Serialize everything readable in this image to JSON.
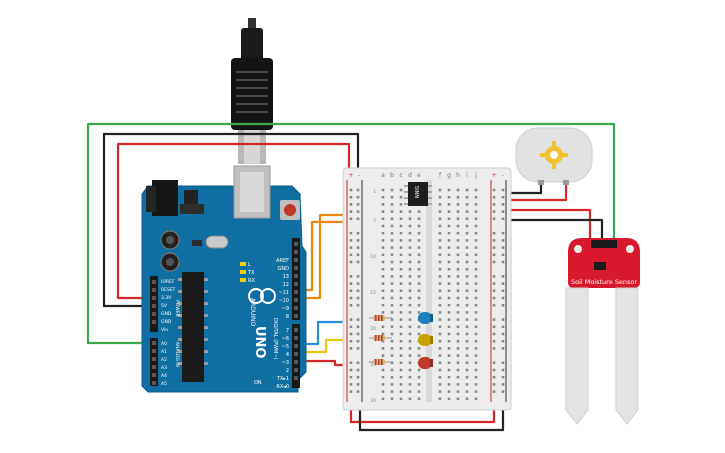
{
  "arduino": {
    "logo": "ARDUINO",
    "model": "UNO",
    "digital_header": "DIGITAL (PWM~)",
    "power_header": "POWER",
    "analog_header": "ANALOG IN",
    "pins_digital_top": [
      "AREF",
      "GND",
      "13",
      "12",
      "~11",
      "~10",
      "~9",
      "8"
    ],
    "pins_digital_bottom": [
      "7",
      "~6",
      "~5",
      "4",
      "~3",
      "2",
      "TX▸1",
      "RX◂0"
    ],
    "pins_power": [
      "IOREF",
      "RESET",
      "3.3V",
      "5V",
      "GND",
      "GND",
      "Vin"
    ],
    "pins_analog": [
      "A0",
      "A1",
      "A2",
      "A3",
      "A4",
      "A5"
    ],
    "led_labels": [
      "L",
      "TX",
      "RX"
    ],
    "on_label": "ON"
  },
  "breadboard": {
    "col_letters_left": [
      "a",
      "b",
      "c",
      "d",
      "e"
    ],
    "col_letters_right": [
      "f",
      "g",
      "h",
      "i",
      "j"
    ],
    "rows": [
      "1",
      "5",
      "10",
      "15",
      "20",
      "25",
      "30"
    ],
    "rail_plus": "+",
    "rail_minus": "-"
  },
  "ic": {
    "label": "5INN"
  },
  "sensor": {
    "label": "Soil Moisture Sensor"
  },
  "colors": {
    "board": "#0f6fa3",
    "breadboard": "#eeeeee",
    "sensor": "#d7192b",
    "wire_red": "#d62728",
    "wire_black": "#222222",
    "wire_green": "#3aa84a",
    "wire_orange": "#e8870c",
    "wire_blue": "#2a8fd6",
    "wire_yellow": "#f1c40f",
    "led_blue": "#1f7fbf",
    "led_yellow": "#c9a400",
    "led_red": "#c0392b"
  }
}
